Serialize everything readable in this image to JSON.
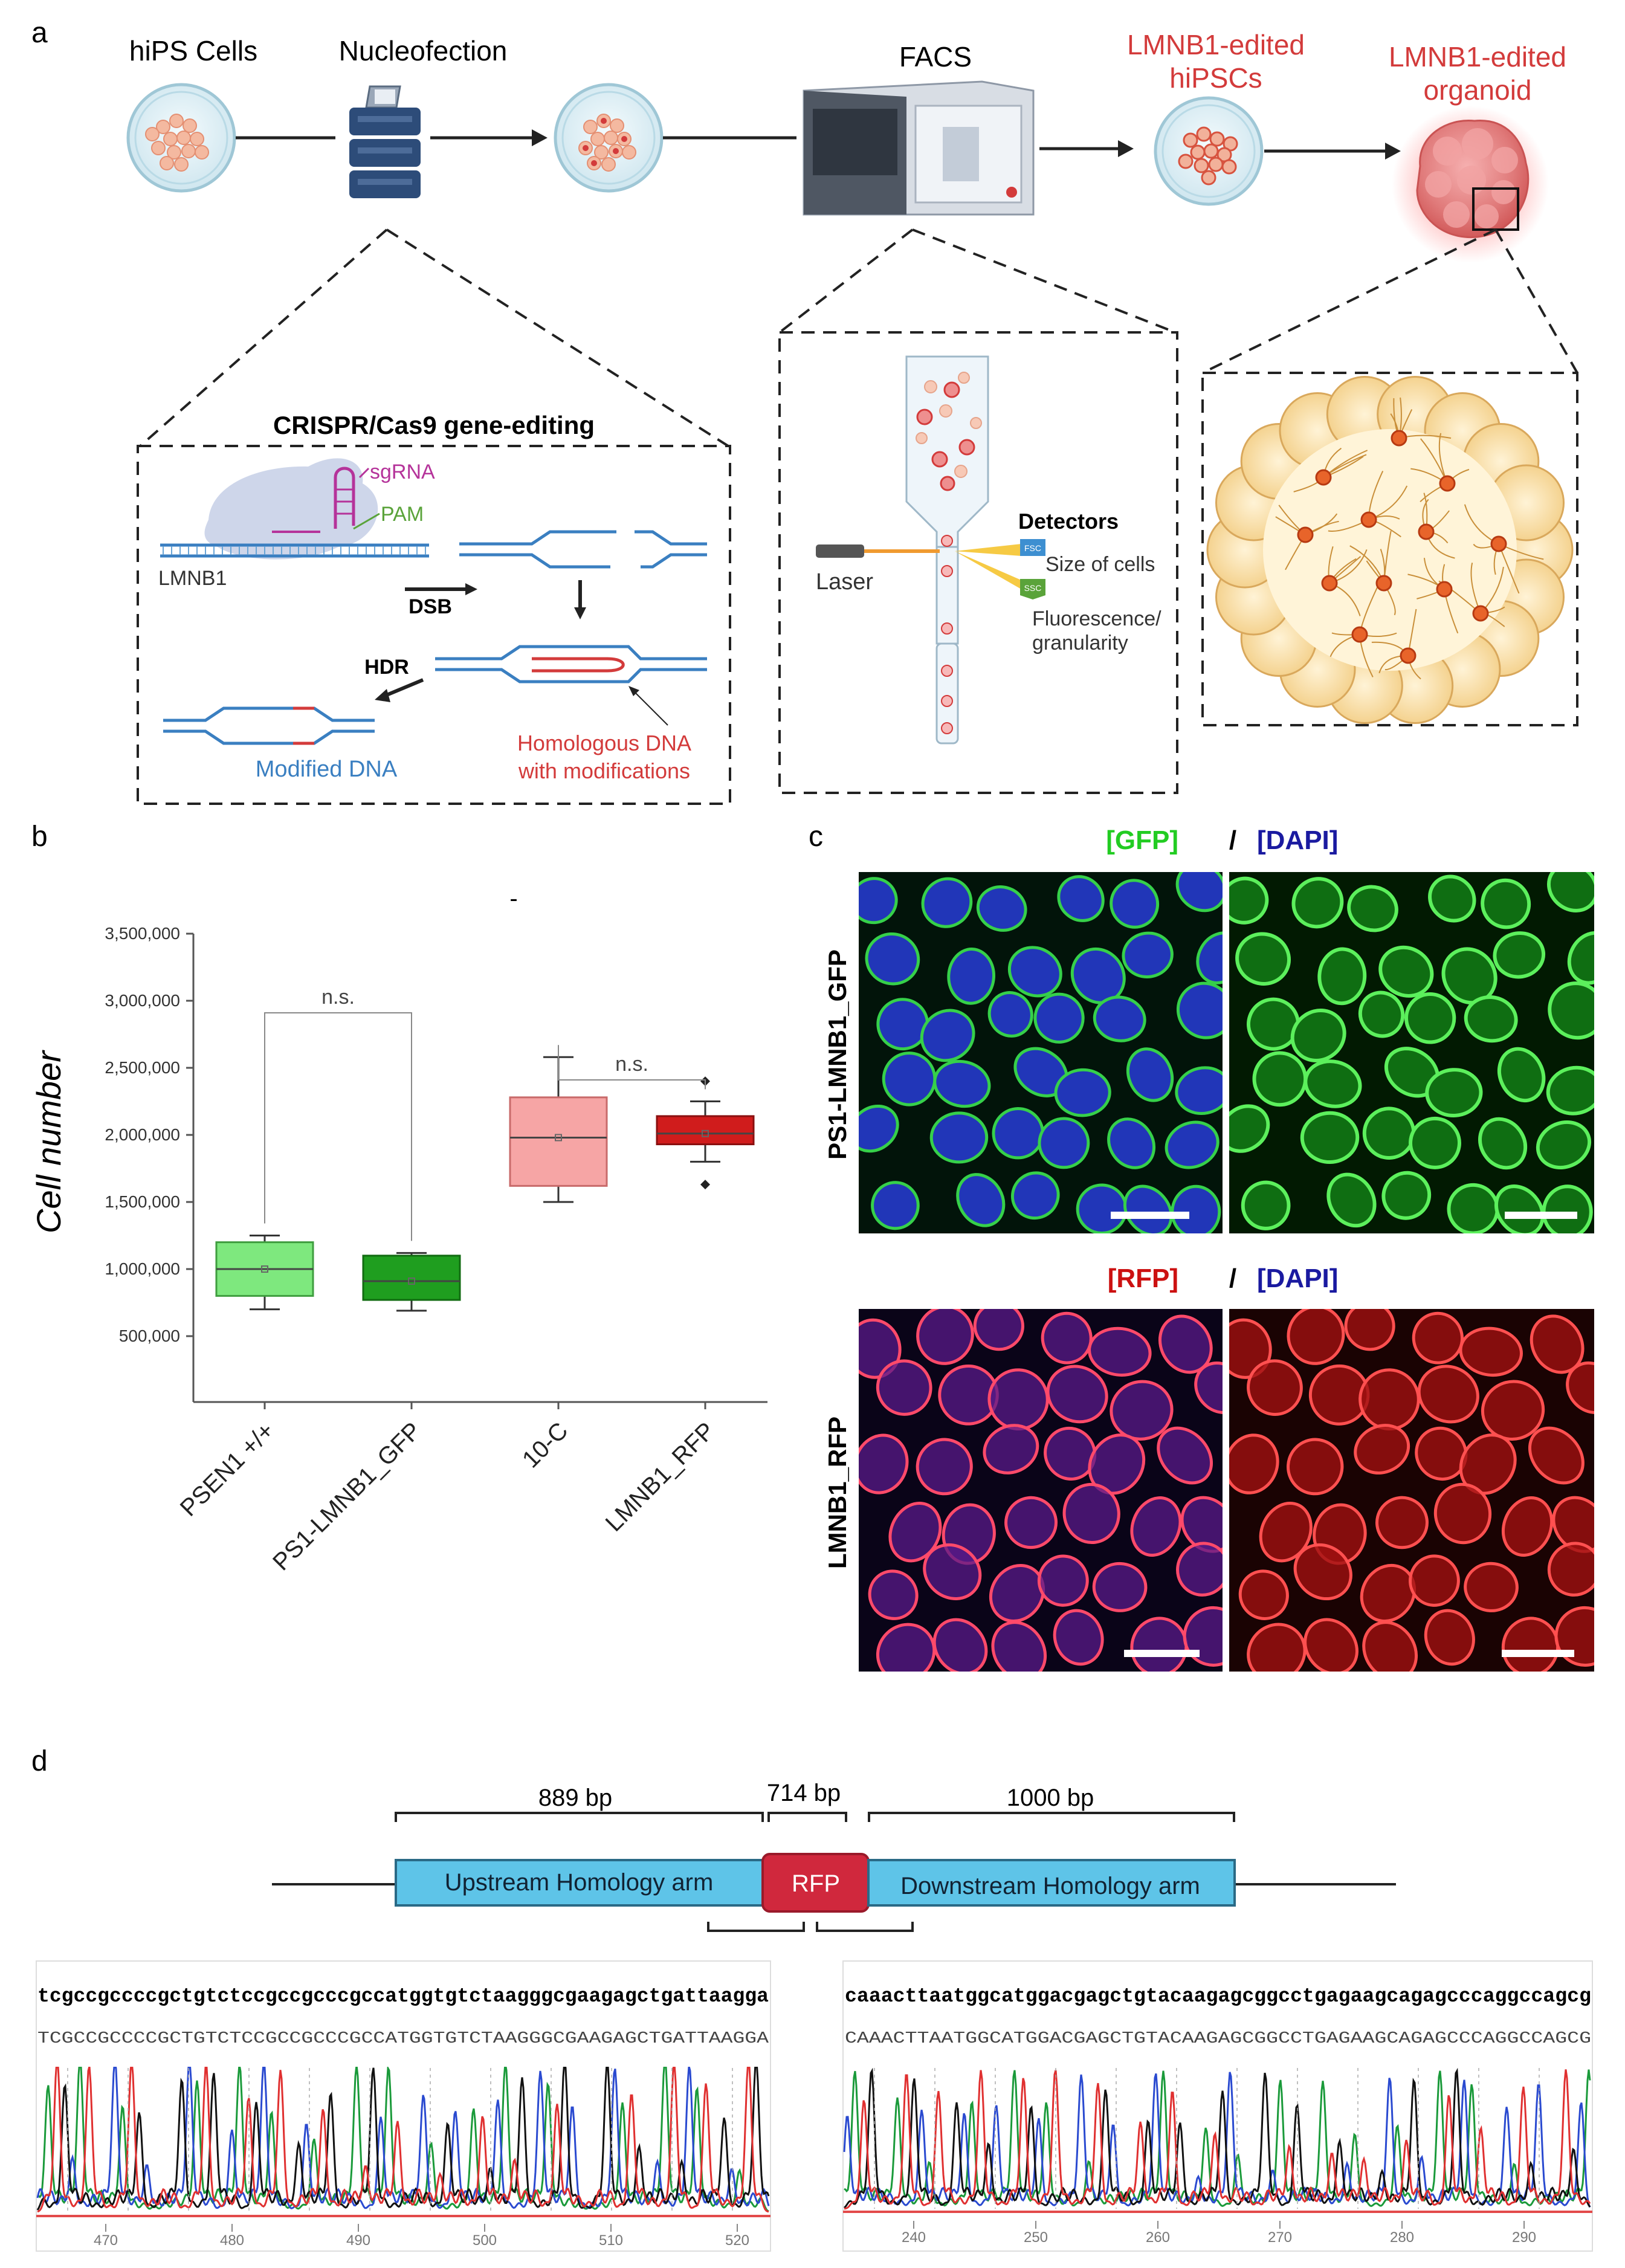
{
  "panel_a": {
    "letter": "a",
    "steps": {
      "hips": "hiPS Cells",
      "nucleofection": "Nucleofection",
      "facs": "FACS",
      "edited_line1": "LMNB1-edited",
      "edited_line2": "hiPSCs",
      "organoid_line1": "LMNB1-edited",
      "organoid_line2": "organoid"
    },
    "crispr": {
      "title": "CRISPR/Cas9 gene-editing",
      "sgrna": "sgRNA",
      "pam": "PAM",
      "gene": "LMNB1",
      "dsb": "DSB",
      "hdr": "HDR",
      "modified": "Modified DNA",
      "homologous_line1": "Homologous DNA",
      "homologous_line2": "with modifications"
    },
    "facs_detail": {
      "laser": "Laser",
      "detectors": "Detectors",
      "fsc": "FSC",
      "ssc": "SSC",
      "size": "Size of cells",
      "fluor_line1": "Fluorescence/",
      "fluor_line2": "granularity"
    },
    "colors": {
      "red": "#d33b3b",
      "blue": "#3a7fc1",
      "magenta": "#b5339a",
      "green": "#5aa33a"
    }
  },
  "panel_b": {
    "letter": "b",
    "dash": "-",
    "ylabel": "Cell number",
    "chart_data": {
      "type": "box",
      "ylim": [
        0,
        3500000
      ],
      "yticks": [
        500000,
        1000000,
        1500000,
        2000000,
        2500000,
        3000000,
        3500000
      ],
      "ytick_labels": [
        "500,000",
        "1,000,000",
        "1,500,000",
        "2,000,000",
        "2,500,000",
        "3,000,000",
        "3,500,000"
      ],
      "categories": [
        "PSEN1 +/+",
        "PS1-LMNB1_GFP",
        "10-C",
        "LMNB1_RFP"
      ],
      "boxes": [
        {
          "min": 700000,
          "q1": 800000,
          "median": 1000000,
          "q3": 1200000,
          "max": 1250000,
          "mean": 1000000,
          "outliers": [],
          "fill": "#7ee87e",
          "stroke": "#3f9e3f"
        },
        {
          "min": 690000,
          "q1": 770000,
          "median": 910000,
          "q3": 1100000,
          "max": 1120000,
          "mean": 910000,
          "outliers": [],
          "fill": "#1f9e1f",
          "stroke": "#116b11"
        },
        {
          "min": 1500000,
          "q1": 1620000,
          "median": 1980000,
          "q3": 2280000,
          "max": 2580000,
          "mean": 1980000,
          "outliers": [],
          "fill": "#f6a5a5",
          "stroke": "#c86a6a"
        },
        {
          "min": 1800000,
          "q1": 1930000,
          "median": 2010000,
          "q3": 2140000,
          "max": 2250000,
          "mean": 2010000,
          "outliers": [
            2400000,
            1630000
          ],
          "fill": "#d01c1c",
          "stroke": "#8a0f0f"
        }
      ],
      "annotations": [
        {
          "text": "n.s.",
          "from": 0,
          "to": 1,
          "y": 3000000
        },
        {
          "text": "n.s.",
          "from": 2,
          "to": 3,
          "y": 2500000
        }
      ]
    }
  },
  "panel_c": {
    "letter": "c",
    "top": {
      "left": "[GFP]",
      "slash": "/",
      "right": "[DAPI]",
      "row_label": "PS1-LMNB1_GFP"
    },
    "bottom": {
      "left": "[RFP]",
      "slash": "/",
      "right": "[DAPI]",
      "row_label": "LMNB1_RFP"
    },
    "colors": {
      "gfp": "#22cc22",
      "rfp": "#cc1111",
      "dapi": "#1a1aa0"
    }
  },
  "panel_d": {
    "letter": "d",
    "construct": {
      "up_bp": "889 bp",
      "rfp_bp": "714 bp",
      "down_bp": "1000 bp",
      "upstream": "Upstream Homology arm",
      "rfp": "RFP",
      "downstream": "Downstream Homology arm"
    },
    "left_trace": {
      "seq_lower": "tcgccgccccgctgtctccgccgcccgccatggtgtctaagggcgaagagctgattaagga",
      "seq_upper": "TCGCCGCCCCGCTGTCTCCGCCGCCCGCCATGGTGTCTAAGGGCGAAGAGCTGATTAAGGA",
      "ticks": [
        "470",
        "480",
        "490",
        "500",
        "510",
        "520"
      ]
    },
    "right_trace": {
      "seq_lower": "caaacttaatggcatggacgagctgtacaagagcggcctgagaagcagagcccaggccagcg",
      "seq_upper": "CAAACTTAATGGCATGGACGAGCTGTACAAGAGCGGCCTGAGAAGCAGAGCCCAGGCCAGCG",
      "ticks": [
        "240",
        "250",
        "260",
        "270",
        "280",
        "290"
      ]
    }
  }
}
